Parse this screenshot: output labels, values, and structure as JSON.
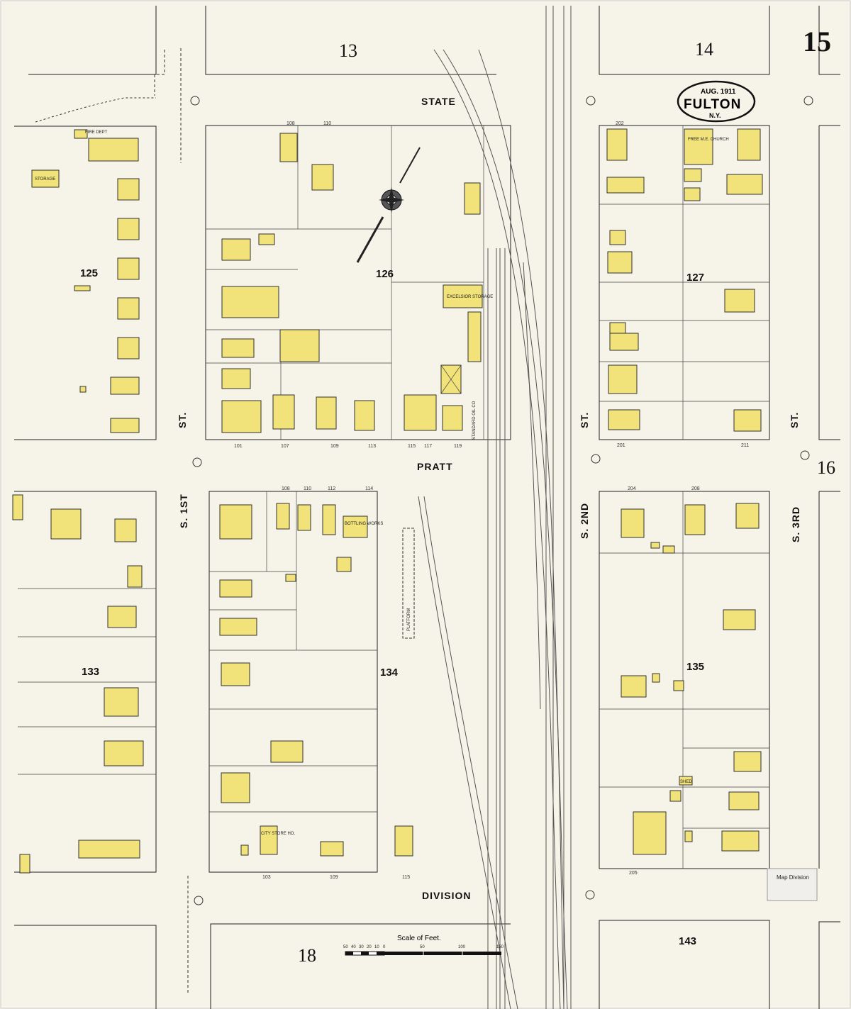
{
  "sheet": {
    "number": "15",
    "stamp_date": "AUG. 1911",
    "stamp_city": "FULTON",
    "stamp_state": "N.Y."
  },
  "adjacent_sheets": {
    "top_left": "13",
    "top_right": "14",
    "right": "16",
    "bottom_left": "18",
    "bottom_right": "143"
  },
  "streets": {
    "state": "STATE",
    "pratt": "PRATT",
    "division": "DIVISION",
    "s1st_upper": "ST.",
    "s1st_lower": "S. 1ST",
    "s2nd_upper": "ST.",
    "s2nd_lower": "S. 2ND",
    "s3rd_upper": "ST.",
    "s3rd_lower": "S. 3RD"
  },
  "blocks": {
    "b125": "125",
    "b126": "126",
    "b127": "127",
    "b133": "133",
    "b134": "134",
    "b135": "135"
  },
  "labels": {
    "fire_dept": "FIRE DEPT",
    "storage": "STORAGE",
    "excelsior": "EXCELSIOR STORAGE",
    "church": "FREE M.E. CHURCH",
    "standard_oil": "STANDARD OIL CO",
    "city_store": "CITY STORE HO.",
    "platform": "PLATFORM",
    "shed": "SHED",
    "bottling": "BOTTLING WORKS",
    "map_division": "Map Division"
  },
  "addresses": {
    "state_top": [
      "108",
      "110",
      "202"
    ],
    "pratt_south": [
      "101",
      "107",
      "109",
      "113",
      "115",
      "117",
      "119"
    ],
    "pratt_south_e": [
      "201",
      "211"
    ],
    "pratt_north": [
      "108",
      "110",
      "112",
      "114"
    ],
    "pratt_north_e": [
      "204",
      "208"
    ],
    "division": [
      "103",
      "109",
      "115",
      "205"
    ]
  },
  "scale": {
    "title": "Scale of Feet.",
    "ticks": [
      "50",
      "40",
      "30",
      "20",
      "10",
      "0",
      "50",
      "100",
      "150"
    ]
  },
  "colors": {
    "paper": "#f6f3e8",
    "building": "#f2e27a",
    "ink": "#222222"
  }
}
